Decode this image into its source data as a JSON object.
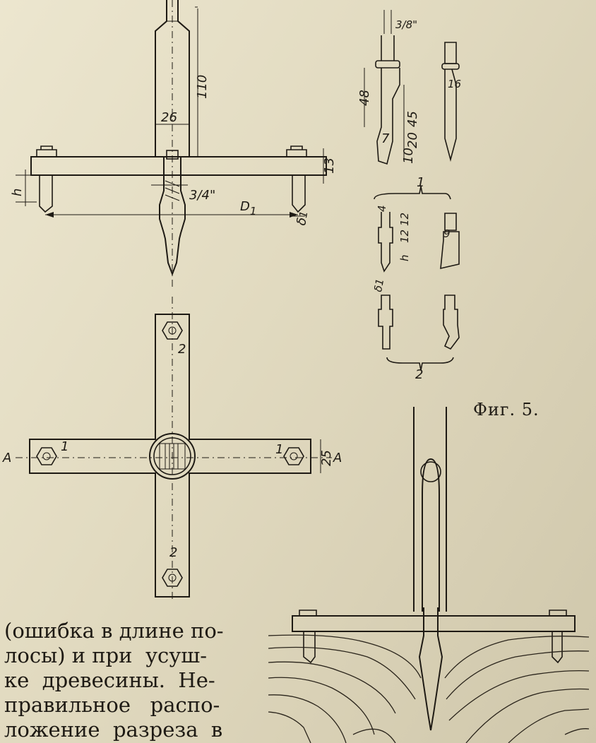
{
  "caption": "Фиг. 5.",
  "paragraph_lines": [
    "(ошибка в длине по-",
    "лосы) и при  усуш-",
    "ке  древесины.  Не-",
    "правильное   распо-",
    "ложение  разреза  в"
  ],
  "labels": {
    "side_view": {
      "height": "110",
      "width": "26",
      "thread": "3/4\"",
      "thickness": "13",
      "depth": "h",
      "diameter": "D",
      "diameter_sub": "1",
      "delta": "δ",
      "delta_sub": "1"
    },
    "top_view": {
      "section_mark": "A",
      "cutter_ref": "1",
      "bolt_ref": "2",
      "bar_width": "25"
    },
    "detail": {
      "thread": "3/8\"",
      "length": "48",
      "dim_45": "45",
      "dim_20": "20",
      "dim_10": "10",
      "dim_7": "7",
      "dim_16": "16",
      "cutter_ref": "1",
      "bolt_ref": "2",
      "dim_4": "4",
      "dim_12a": "12",
      "dim_12b": "12",
      "dim_9": "9",
      "depth": "h",
      "delta": "δ",
      "delta_sub": "1"
    }
  }
}
